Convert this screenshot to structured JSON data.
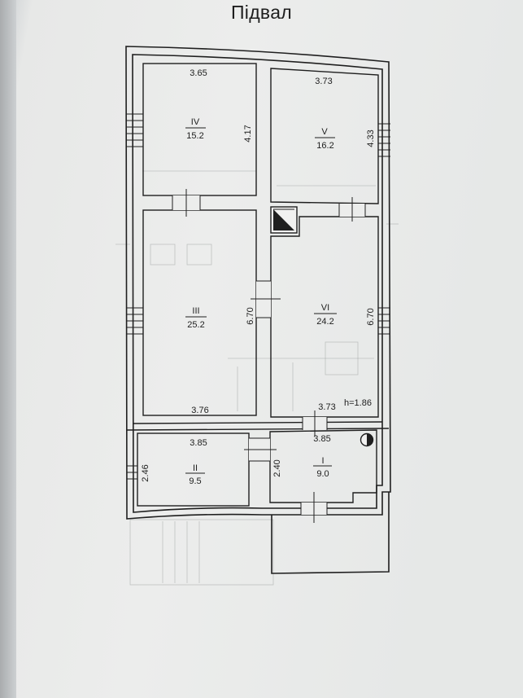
{
  "title": "Підвал",
  "rooms": [
    {
      "id": "IV",
      "number": "IV",
      "area": "15.2",
      "width_label": "3.65",
      "height_label": "4.17"
    },
    {
      "id": "V",
      "number": "V",
      "area": "16.2",
      "width_label": "3.73",
      "height_label": "4.33"
    },
    {
      "id": "III",
      "number": "III",
      "area": "25.2",
      "width_label": "3.76",
      "height_label": "6.70"
    },
    {
      "id": "VI",
      "number": "VI",
      "area": "24.2",
      "width_label": "3.73",
      "height_label": "6.70"
    },
    {
      "id": "II",
      "number": "II",
      "area": "9.5",
      "width_label": "3.85",
      "height_label": "2.46"
    },
    {
      "id": "I",
      "number": "I",
      "area": "9.0",
      "width_label": "3.85",
      "height_label": "2.40"
    }
  ],
  "ceiling_height": "h=1.86",
  "icons": {
    "ventilation": "ventilation-shaft-icon",
    "boiler": "boiler-icon"
  },
  "colors": {
    "paper": "#ecedec",
    "line": "#1f1f1f"
  }
}
